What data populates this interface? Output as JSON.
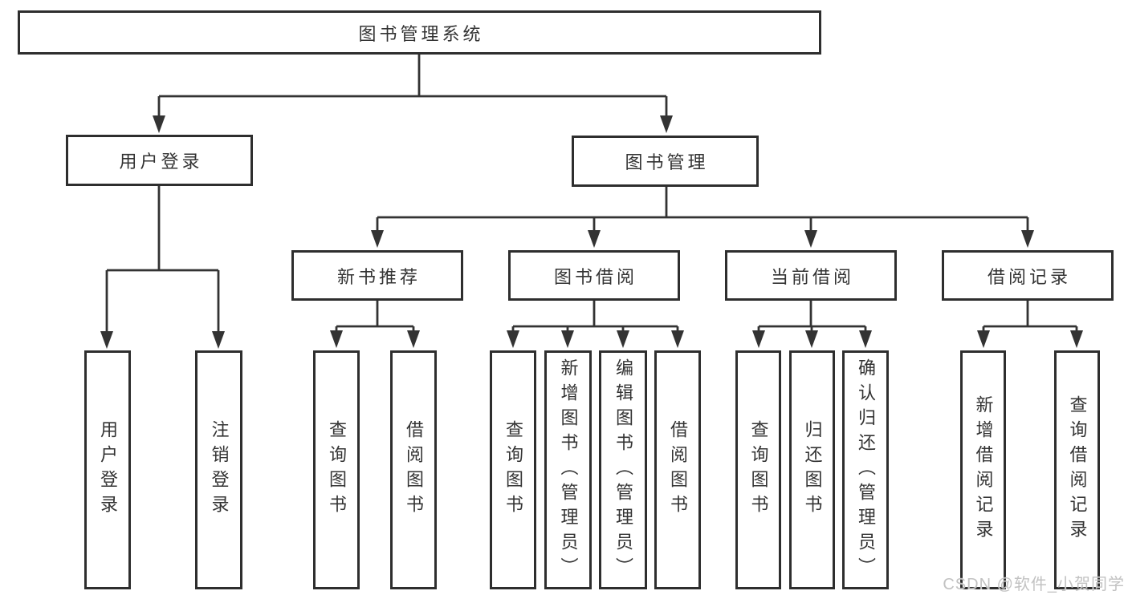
{
  "diagram_type": "hierarchy-structure-chart",
  "colors": {
    "line": "#333333",
    "box_border": "#2e2e2e",
    "box_background": "#ffffff",
    "text": "#333333",
    "watermark": "#c2c2c2"
  },
  "tree": {
    "label": "图书管理系统",
    "children": [
      {
        "label": "用户登录",
        "children": [
          {
            "label": "用户登录"
          },
          {
            "label": "注销登录"
          }
        ]
      },
      {
        "label": "图书管理",
        "children": [
          {
            "label": "新书推荐",
            "children": [
              {
                "label": "查询图书"
              },
              {
                "label": "借阅图书"
              }
            ]
          },
          {
            "label": "图书借阅",
            "children": [
              {
                "label": "查询图书"
              },
              {
                "label": "新增图书（管理员）"
              },
              {
                "label": "编辑图书（管理员）"
              },
              {
                "label": "借阅图书"
              }
            ]
          },
          {
            "label": "当前借阅",
            "children": [
              {
                "label": "查询图书"
              },
              {
                "label": "归还图书"
              },
              {
                "label": "确认归还（管理员）"
              }
            ]
          },
          {
            "label": "借阅记录",
            "children": [
              {
                "label": "新增借阅记录"
              },
              {
                "label": "查询借阅记录"
              }
            ]
          }
        ]
      }
    ]
  },
  "watermark": {
    "text": "CSDN @软件_小贺同学"
  }
}
